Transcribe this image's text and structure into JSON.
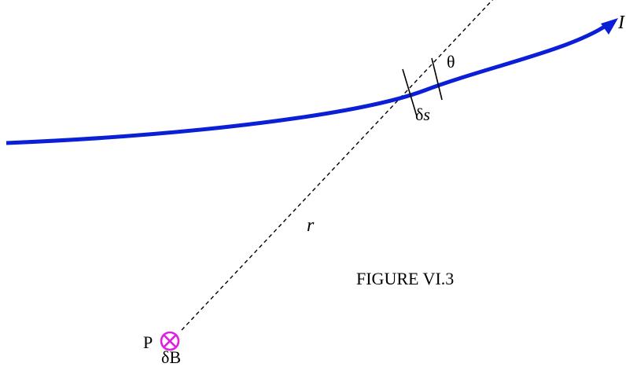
{
  "figure": {
    "caption": "FIGURE VI.3"
  },
  "labels": {
    "current": "I",
    "theta": "θ",
    "delta_s_delta": "δ",
    "delta_s_s": "s",
    "r": "r",
    "point": "P",
    "delta_b": "δB"
  },
  "colors": {
    "wire": "#0a1fd6",
    "field_symbol": "#e020e0",
    "lines": "#000000"
  },
  "icons": {
    "field_symbol": "into-page-cross-circle-icon",
    "arrow": "arrowhead-icon"
  }
}
